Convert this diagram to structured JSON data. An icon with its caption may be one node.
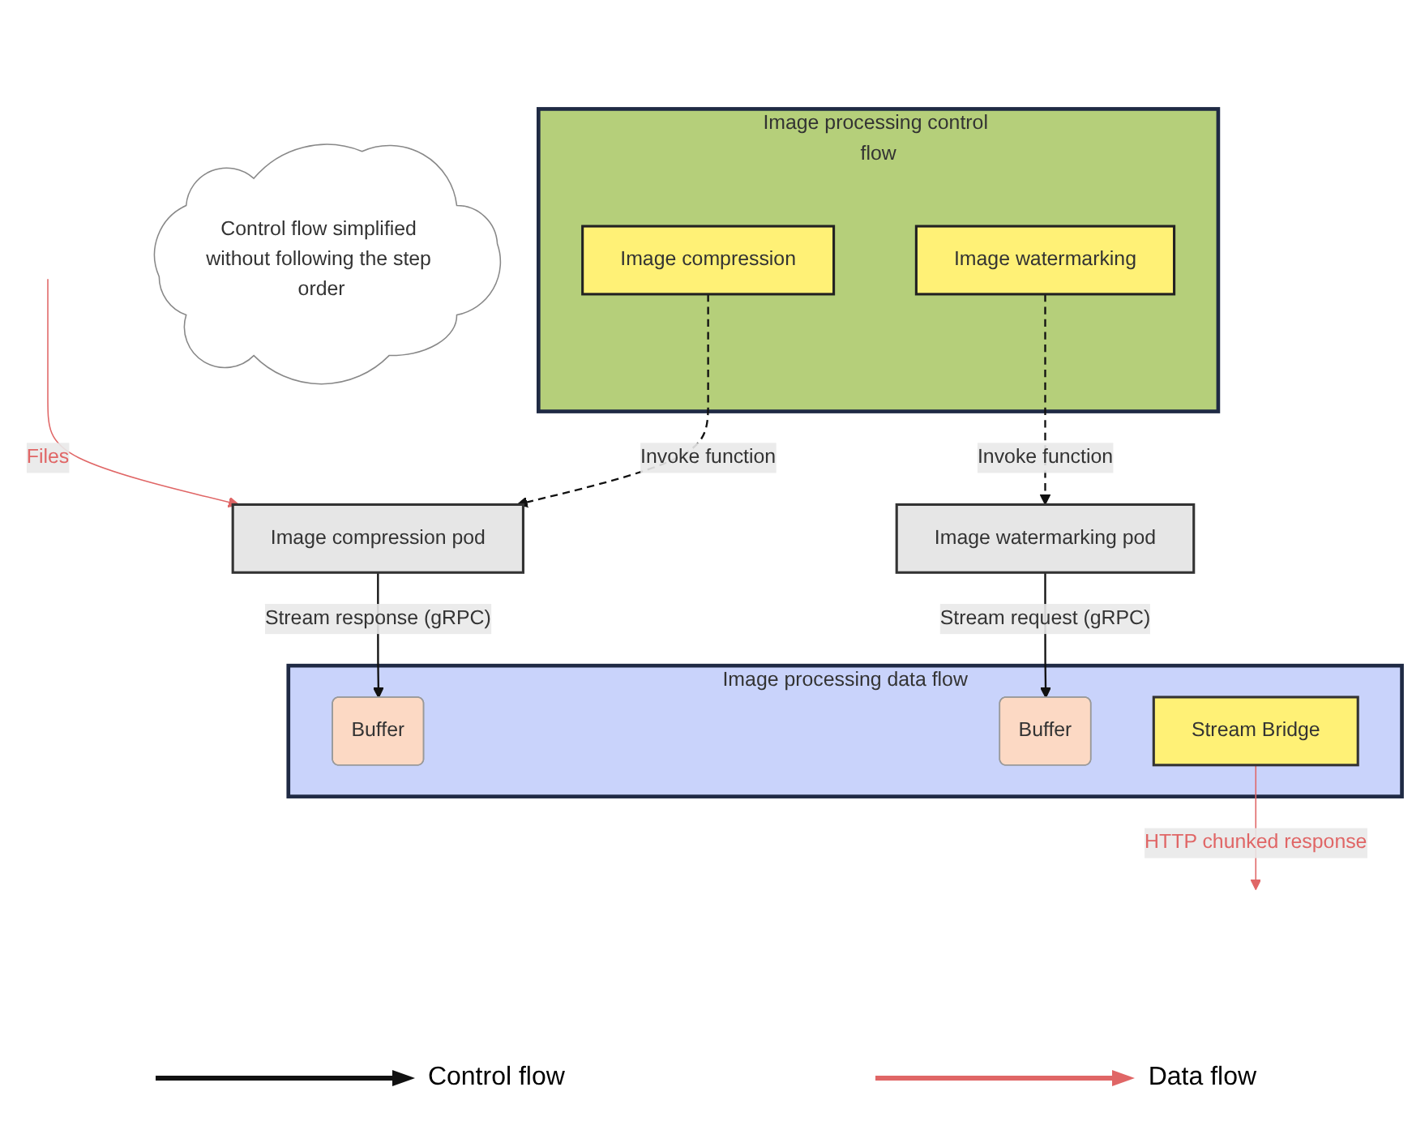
{
  "diagram": {
    "nodes": [
      {
        "text": [
          "Image processing control flow"
        ]
      },
      {
        "text": [
          "Image compression"
        ],
        "in": 0
      },
      {
        "text": [
          "Image watermarking"
        ],
        "in": 0
      },
      {
        "text": [
          "Control flow simplified without following the step order"
        ]
      },
      {
        "text": [
          "Image compression pod"
        ]
      },
      {
        "text": [
          "Image watermarking pod"
        ]
      },
      {
        "text": [
          "Image processing data flow"
        ]
      },
      {
        "text": [
          "Buffer"
        ],
        "in": 6
      },
      {
        "text": [
          "Buffer"
        ],
        "in": 6
      },
      {
        "text": [
          "Stream Bridge"
        ],
        "in": 6
      }
    ],
    "edges": [
      {
        "from": 1,
        "to": 4,
        "arrow": "to",
        "label": "Invoke function",
        "style": "dashed"
      },
      {
        "from": 2,
        "to": 5,
        "arrow": "to",
        "label": "Invoke function",
        "style": "dashed"
      },
      {
        "from": null,
        "to": 4,
        "arrow": "to",
        "label": "Files",
        "color": "#e06666"
      },
      {
        "from": 4,
        "to": 7,
        "arrow": "to",
        "label": "Stream response (gRPC)"
      },
      {
        "from": 5,
        "to": 8,
        "arrow": "to",
        "label": "Stream request (gRPC)"
      },
      {
        "from": 9,
        "to": null,
        "arrow": "to",
        "label": "HTTP chunked response",
        "color": "#e06666"
      }
    ],
    "legend": [
      {
        "text": "Control flow"
      },
      {
        "text": "Data flow"
      }
    ]
  }
}
